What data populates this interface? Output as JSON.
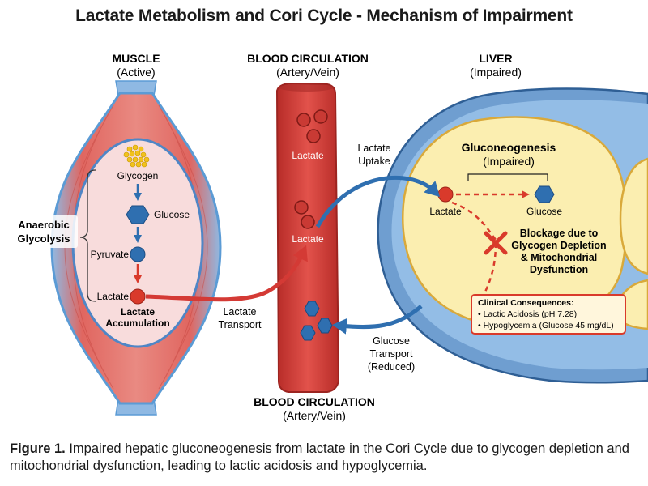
{
  "title": "Lactate Metabolism and Cori Cycle - Mechanism of Impairment",
  "muscle": {
    "heading": "MUSCLE",
    "subheading": "(Active)",
    "glycogen": "Glycogen",
    "glucose": "Glucose",
    "pyruvate": "Pyruvate",
    "lactate": "Lactate",
    "accumulation_line1": "Lactate",
    "accumulation_line2": "Accumulation",
    "process_line1": "Anaerobic",
    "process_line2": "Glycolysis"
  },
  "blood_top": {
    "heading": "BLOOD CIRCULATION",
    "subheading": "(Artery/Vein)"
  },
  "blood_bottom": {
    "heading": "BLOOD CIRCULATION",
    "subheading": "(Artery/Vein)"
  },
  "blood": {
    "lactate_1": "Lactate",
    "lactate_2": "Lactate"
  },
  "liver": {
    "heading": "LIVER",
    "subheading": "(Impaired)",
    "process": "Gluconeogenesis",
    "process_status": "(Impaired)",
    "lactate": "Lactate",
    "glucose": "Glucose",
    "blockage_line1": "Blockage due to",
    "blockage_line2": "Glycogen Depletion",
    "blockage_line3": "& Mitochondrial",
    "blockage_line4": "Dysfunction",
    "consequences_title": "Clinical Consequences:",
    "consequence_1": "• Lactic Acidosis (pH 7.28)",
    "consequence_2": "• Hypoglycemia (Glucose 45 mg/dL)"
  },
  "arrows": {
    "lactate_transport_1": "Lactate",
    "lactate_transport_2": "Transport",
    "lactate_uptake_1": "Lactate",
    "lactate_uptake_2": "Uptake",
    "glucose_transport_1": "Glucose",
    "glucose_transport_2": "Transport",
    "glucose_transport_3": "(Reduced)"
  },
  "caption": {
    "label": "Figure 1.",
    "text": " Impaired hepatic gluconeogenesis from lactate in the Cori Cycle due to glycogen depletion and mitochondrial dysfunction, leading to lactic acidosis and hypoglycemia."
  },
  "colors": {
    "muscle_red": "#d9534f",
    "membrane_blue": "#5b9bd5",
    "blood_red": "#d43a35",
    "liver_yellow": "#fbeeb0",
    "arrow_blue": "#2f6fb0",
    "block_red": "#d93a2b"
  }
}
